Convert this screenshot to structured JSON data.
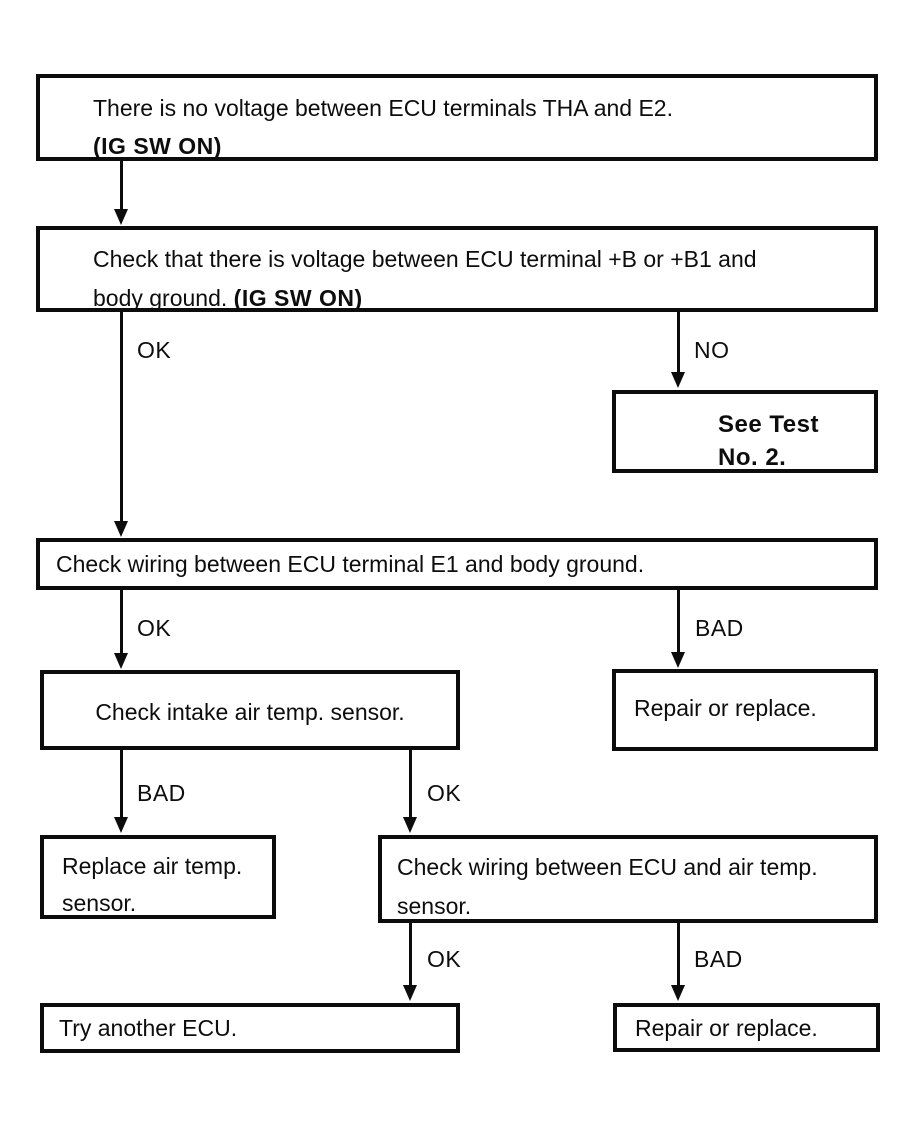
{
  "diagram": {
    "type": "flowchart",
    "topic": "ECU intake air temp. sensor diagnostic flow",
    "colors": {
      "ink": "#0c0c0c",
      "background": "#ffffff"
    },
    "nodes": {
      "start": {
        "line1": "There is no voltage between ECU terminals THA and E2.",
        "line2": "(IG SW ON)"
      },
      "check_voltage": {
        "line1": "Check that there is voltage between ECU terminal +B or +B1 and",
        "line2": "body ground. ",
        "line2_bold": "(IG SW ON)"
      },
      "see_test": {
        "line1": "See Test",
        "line2": "No. 2."
      },
      "check_wiring_e1": {
        "text": "Check wiring between ECU terminal E1 and body ground."
      },
      "check_intake_sensor": {
        "text": "Check intake air temp. sensor."
      },
      "repair_replace_1": {
        "text": "Repair or replace."
      },
      "replace_sensor": {
        "line1": "Replace air temp.",
        "line2": "sensor."
      },
      "check_wiring_sensor": {
        "line1": "Check wiring between ECU and air temp.",
        "line2": "sensor."
      },
      "try_another_ecu": {
        "text": "Try another ECU."
      },
      "repair_replace_2": {
        "text": "Repair or replace."
      }
    },
    "edge_labels": {
      "check_voltage_ok": "OK",
      "check_voltage_no": "NO",
      "check_wiring_e1_ok": "OK",
      "check_wiring_e1_bad": "BAD",
      "check_intake_sensor_bad": "BAD",
      "check_intake_sensor_ok": "OK",
      "check_wiring_sensor_ok": "OK",
      "check_wiring_sensor_bad": "BAD"
    }
  }
}
